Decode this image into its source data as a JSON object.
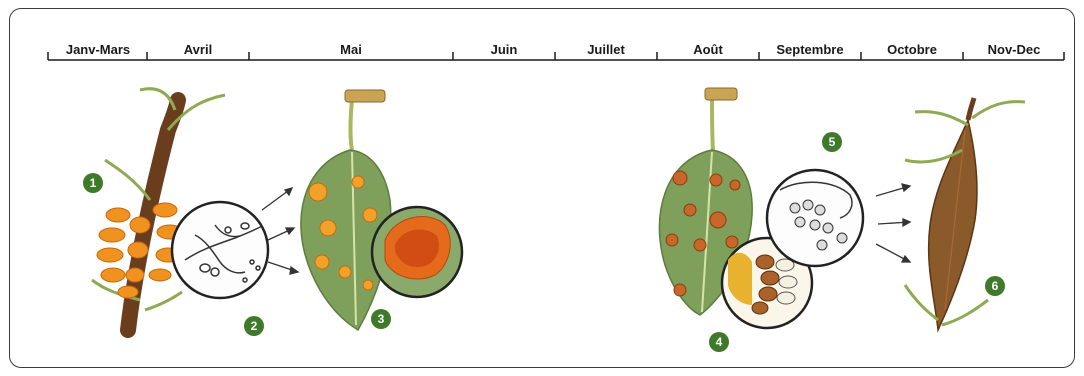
{
  "timeline": {
    "months": [
      "Janv-Mars",
      "Avril",
      "Mai",
      "Juin",
      "Juillet",
      "Août",
      "Septembre",
      "Octobre",
      "Nov-Dec"
    ]
  },
  "stages": {
    "s1": "1",
    "s2": "2",
    "s3": "3",
    "s4": "4",
    "s5": "5",
    "s6": "6"
  },
  "colors": {
    "badge": "#3f7a2a",
    "orange": "#e8821e",
    "leaf": "#7ea05a",
    "bark": "#7a4a24"
  }
}
